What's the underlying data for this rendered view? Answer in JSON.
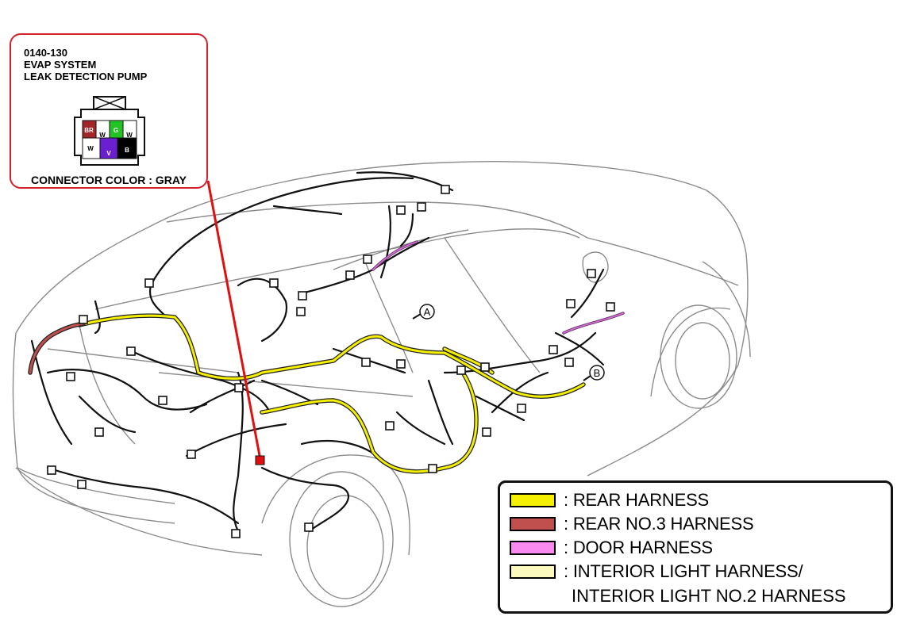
{
  "callout": {
    "code": "0140-130",
    "system": "EVAP SYSTEM",
    "part": "LEAK DETECTION PUMP",
    "connector_color": "CONNECTOR COLOR : GRAY",
    "pins": [
      {
        "label": "BR",
        "color": "#a0262a"
      },
      {
        "label": "W",
        "color": "#ffffff"
      },
      {
        "label": "G",
        "color": "#22c322"
      },
      {
        "label": "W",
        "color": "#ffffff"
      },
      {
        "label": "W",
        "color": "#ffffff"
      },
      {
        "label": "V",
        "color": "#6a1fd0"
      },
      {
        "label": "B",
        "color": "#000000"
      }
    ]
  },
  "markers": [
    "A",
    "B"
  ],
  "legend": [
    {
      "label": ": REAR HARNESS",
      "color": "#f5f000"
    },
    {
      "label": ": REAR NO.3 HARNESS",
      "color": "#c0504d"
    },
    {
      "label": ": DOOR HARNESS",
      "color": "#f98bf0"
    },
    {
      "label": ": INTERIOR LIGHT HARNESS/",
      "color": "#fbf9bd"
    }
  ],
  "legend_continuation": "INTERIOR LIGHT NO.2 HARNESS",
  "colors": {
    "callout_border": "#d4202a",
    "leader_line": "#e01010",
    "car_outline": "#9a9a9a",
    "wire": "#111111"
  }
}
